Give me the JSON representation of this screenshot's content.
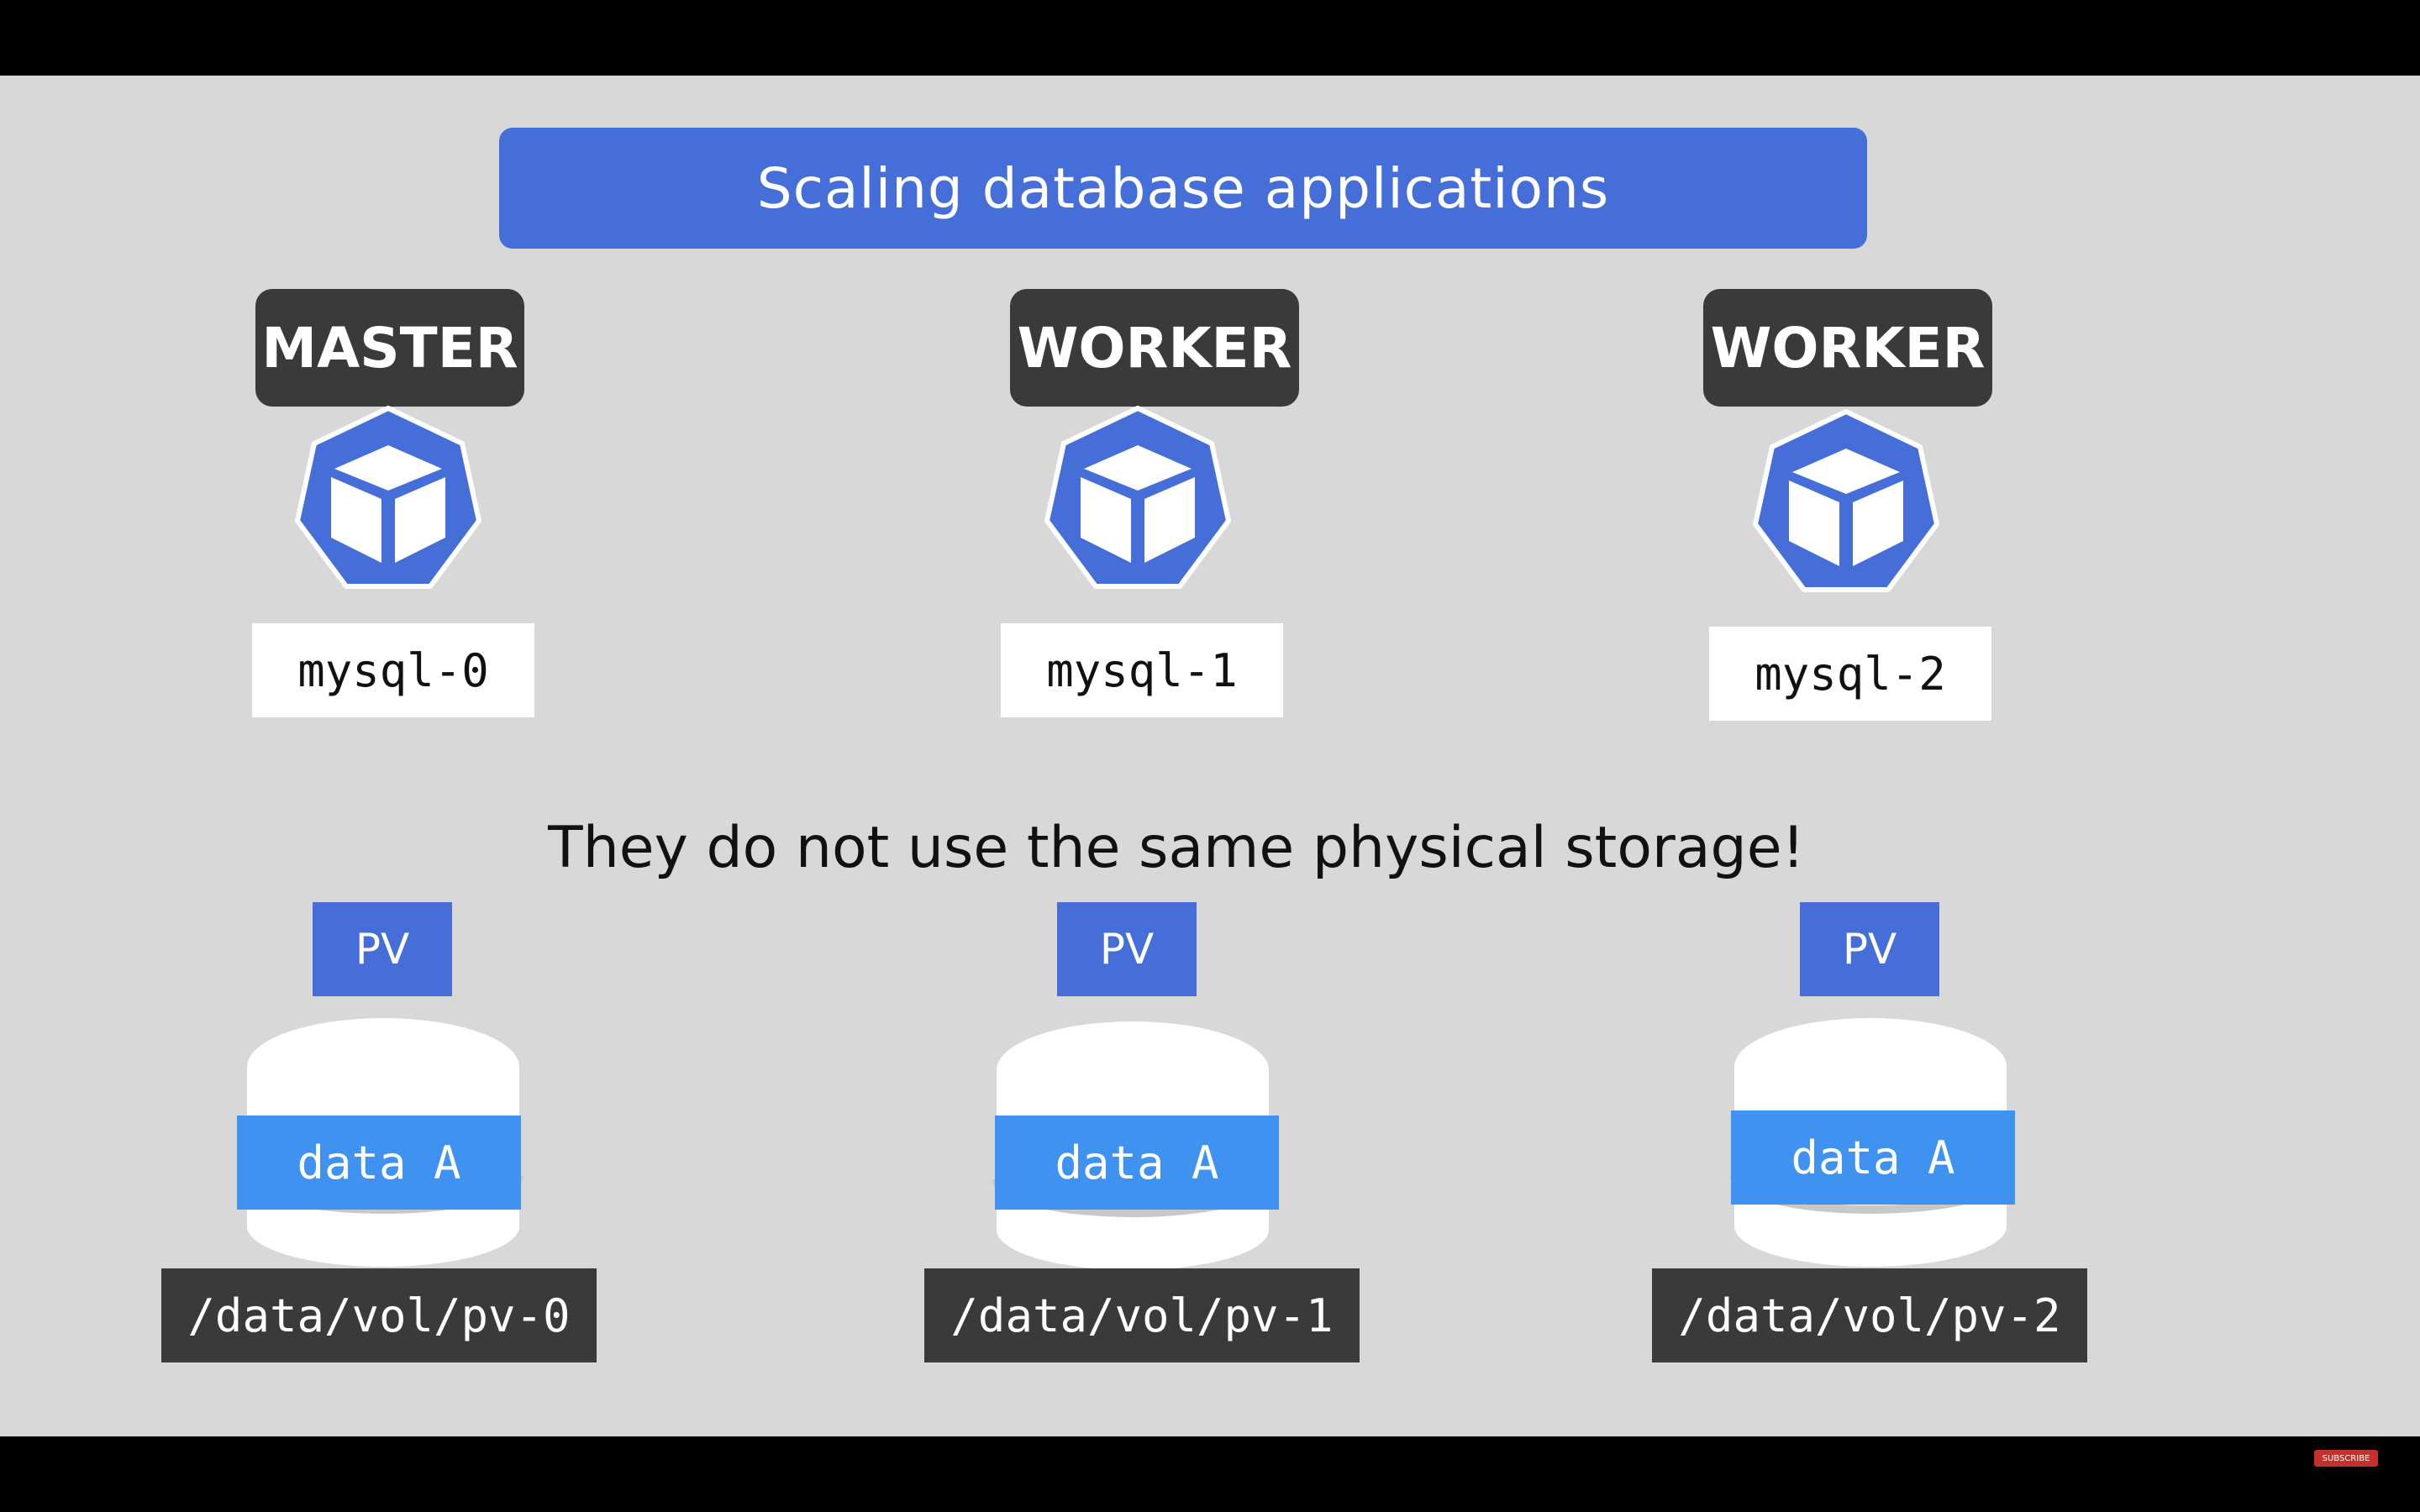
{
  "slide": {
    "title": "Scaling database applications",
    "note": "They do not use the same physical storage!"
  },
  "nodes": [
    {
      "role": "MASTER",
      "pod": "mysql-0",
      "pv": "PV",
      "data": "data A",
      "path": "/data/vol/pv-0"
    },
    {
      "role": "WORKER",
      "pod": "mysql-1",
      "pv": "PV",
      "data": "data A",
      "path": "/data/vol/pv-1"
    },
    {
      "role": "WORKER",
      "pod": "mysql-2",
      "pv": "PV",
      "data": "data A",
      "path": "/data/vol/pv-2"
    }
  ],
  "player": {
    "subscribe_label": "SUBSCRIBE"
  },
  "colors": {
    "accent_blue": "#456ed8",
    "data_blue": "#3f92f0",
    "dark_label": "#3a3a3a",
    "slide_bg": "#d8d8d8"
  }
}
